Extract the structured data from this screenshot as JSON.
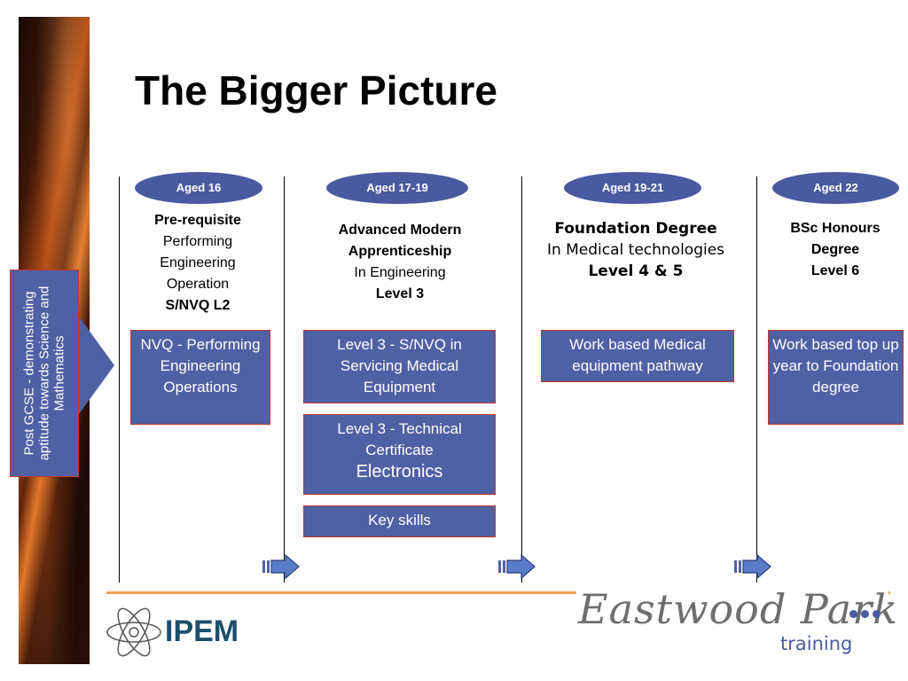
{
  "title": "The Bigger Picture",
  "left_label": "Post GCSE - demonstrating aptitude towards Science and Mathematics",
  "columns": [
    {
      "age": "Aged 16",
      "heading": [
        "Pre-requisite",
        "Performing",
        "Engineering",
        "Operation",
        "S/NVQ L2"
      ],
      "boxes": [
        "NVQ - Performing Engineering Operations"
      ]
    },
    {
      "age": "Aged 17-19",
      "heading": [
        "Advanced Modern",
        "Apprenticeship",
        "In Engineering",
        "Level 3"
      ],
      "boxes": [
        "Level 3 - S/NVQ in Servicing Medical Equipment",
        "Level 3 - Technical Certificate",
        "Electronics",
        "Key skills"
      ]
    },
    {
      "age": "Aged 19-21",
      "heading": [
        "Foundation Degree",
        "In Medical technologies",
        "Level 4 & 5"
      ],
      "boxes": [
        "Work based Medical equipment pathway"
      ]
    },
    {
      "age": "Aged 22",
      "heading": [
        "BSc Honours",
        "Degree",
        "Level 6"
      ],
      "boxes": [
        "Work based top up year to Foundation degree"
      ]
    }
  ],
  "logos": {
    "ipem": "IPEM",
    "eastwood": "Eastwood Park",
    "eastwood_sub": "training"
  },
  "colors": {
    "box_fill": "#5060a4",
    "box_border": "#c0392b",
    "accent_line": "#f0a050",
    "ipem_text": "#1b4f6b"
  }
}
